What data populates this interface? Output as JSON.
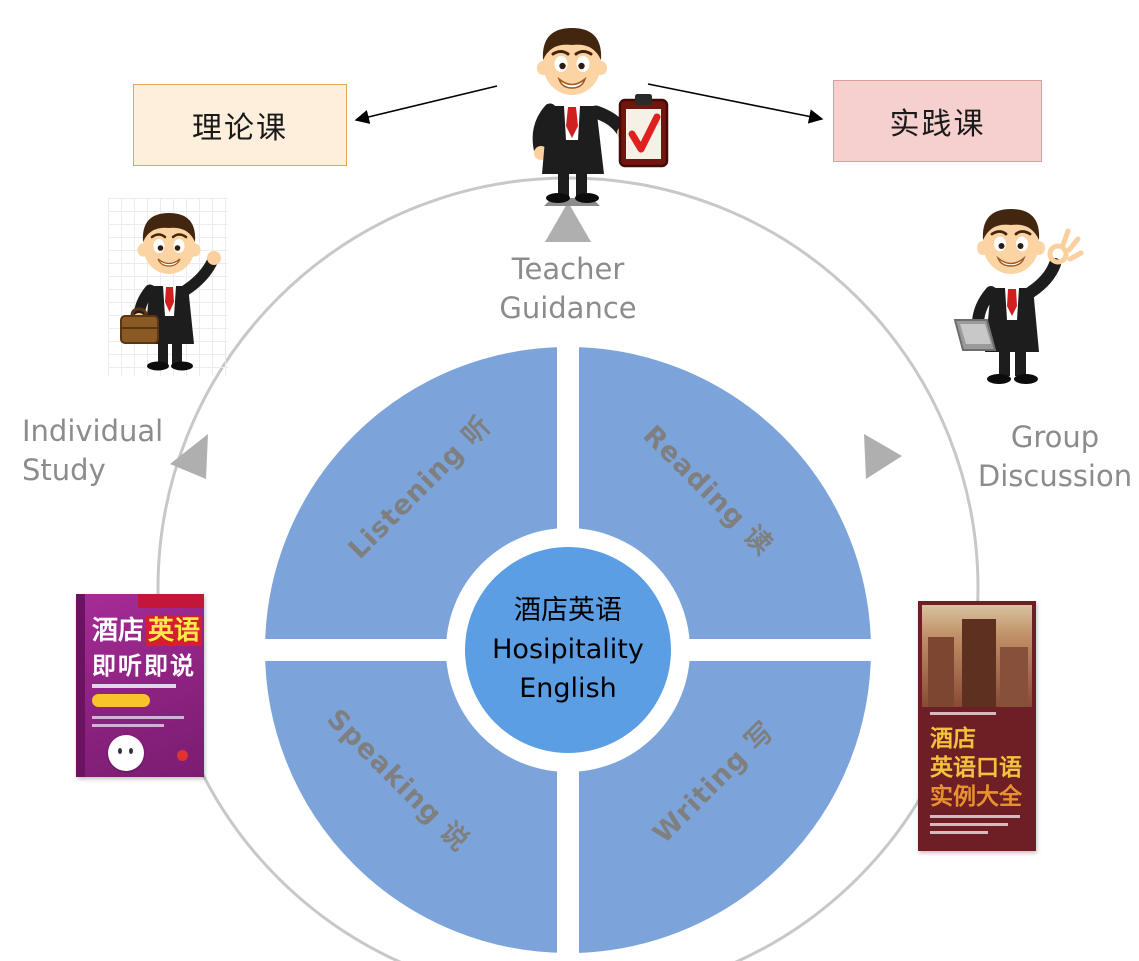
{
  "boxes": {
    "theory": {
      "label": "理论课",
      "fill": "#FDEFDB",
      "border": "#E0A94F"
    },
    "practice": {
      "label": "实践课",
      "fill": "#F6CFCF",
      "border": "#DF9D9D"
    }
  },
  "ring_labels": {
    "teacher": {
      "line1": "Teacher",
      "line2": "Guidance"
    },
    "individual": {
      "line1": "Individual",
      "line2": "Study"
    },
    "group": {
      "line1": "Group",
      "line2": "Discussion"
    }
  },
  "quadrants": [
    {
      "id": "listening",
      "label": "Listening 听"
    },
    {
      "id": "reading",
      "label": "Reading 读"
    },
    {
      "id": "speaking",
      "label": "Speaking 说"
    },
    {
      "id": "writing",
      "label": "Writing 写"
    }
  ],
  "center": {
    "line1": "酒店英语",
    "line2": "Hosipitality",
    "line3": "English"
  },
  "books": {
    "left": {
      "title_main": "酒店",
      "title_accent": "英语",
      "subtitle": "即听即说"
    },
    "right": {
      "line1": "酒店",
      "line2": "英语口语",
      "line3": "实例大全"
    }
  },
  "figures": {
    "top": "teacher-with-clipboard",
    "left": "businessman-with-briefcase",
    "right": "businessman-with-laptop-ok-sign"
  },
  "colors": {
    "donut": "#7CA4DB",
    "center_circle": "#5B9EE3",
    "ring": "#C8C8C8",
    "marker": "#AFAFAF",
    "label_gray": "#8C8C8C",
    "arrow": "#000000"
  }
}
